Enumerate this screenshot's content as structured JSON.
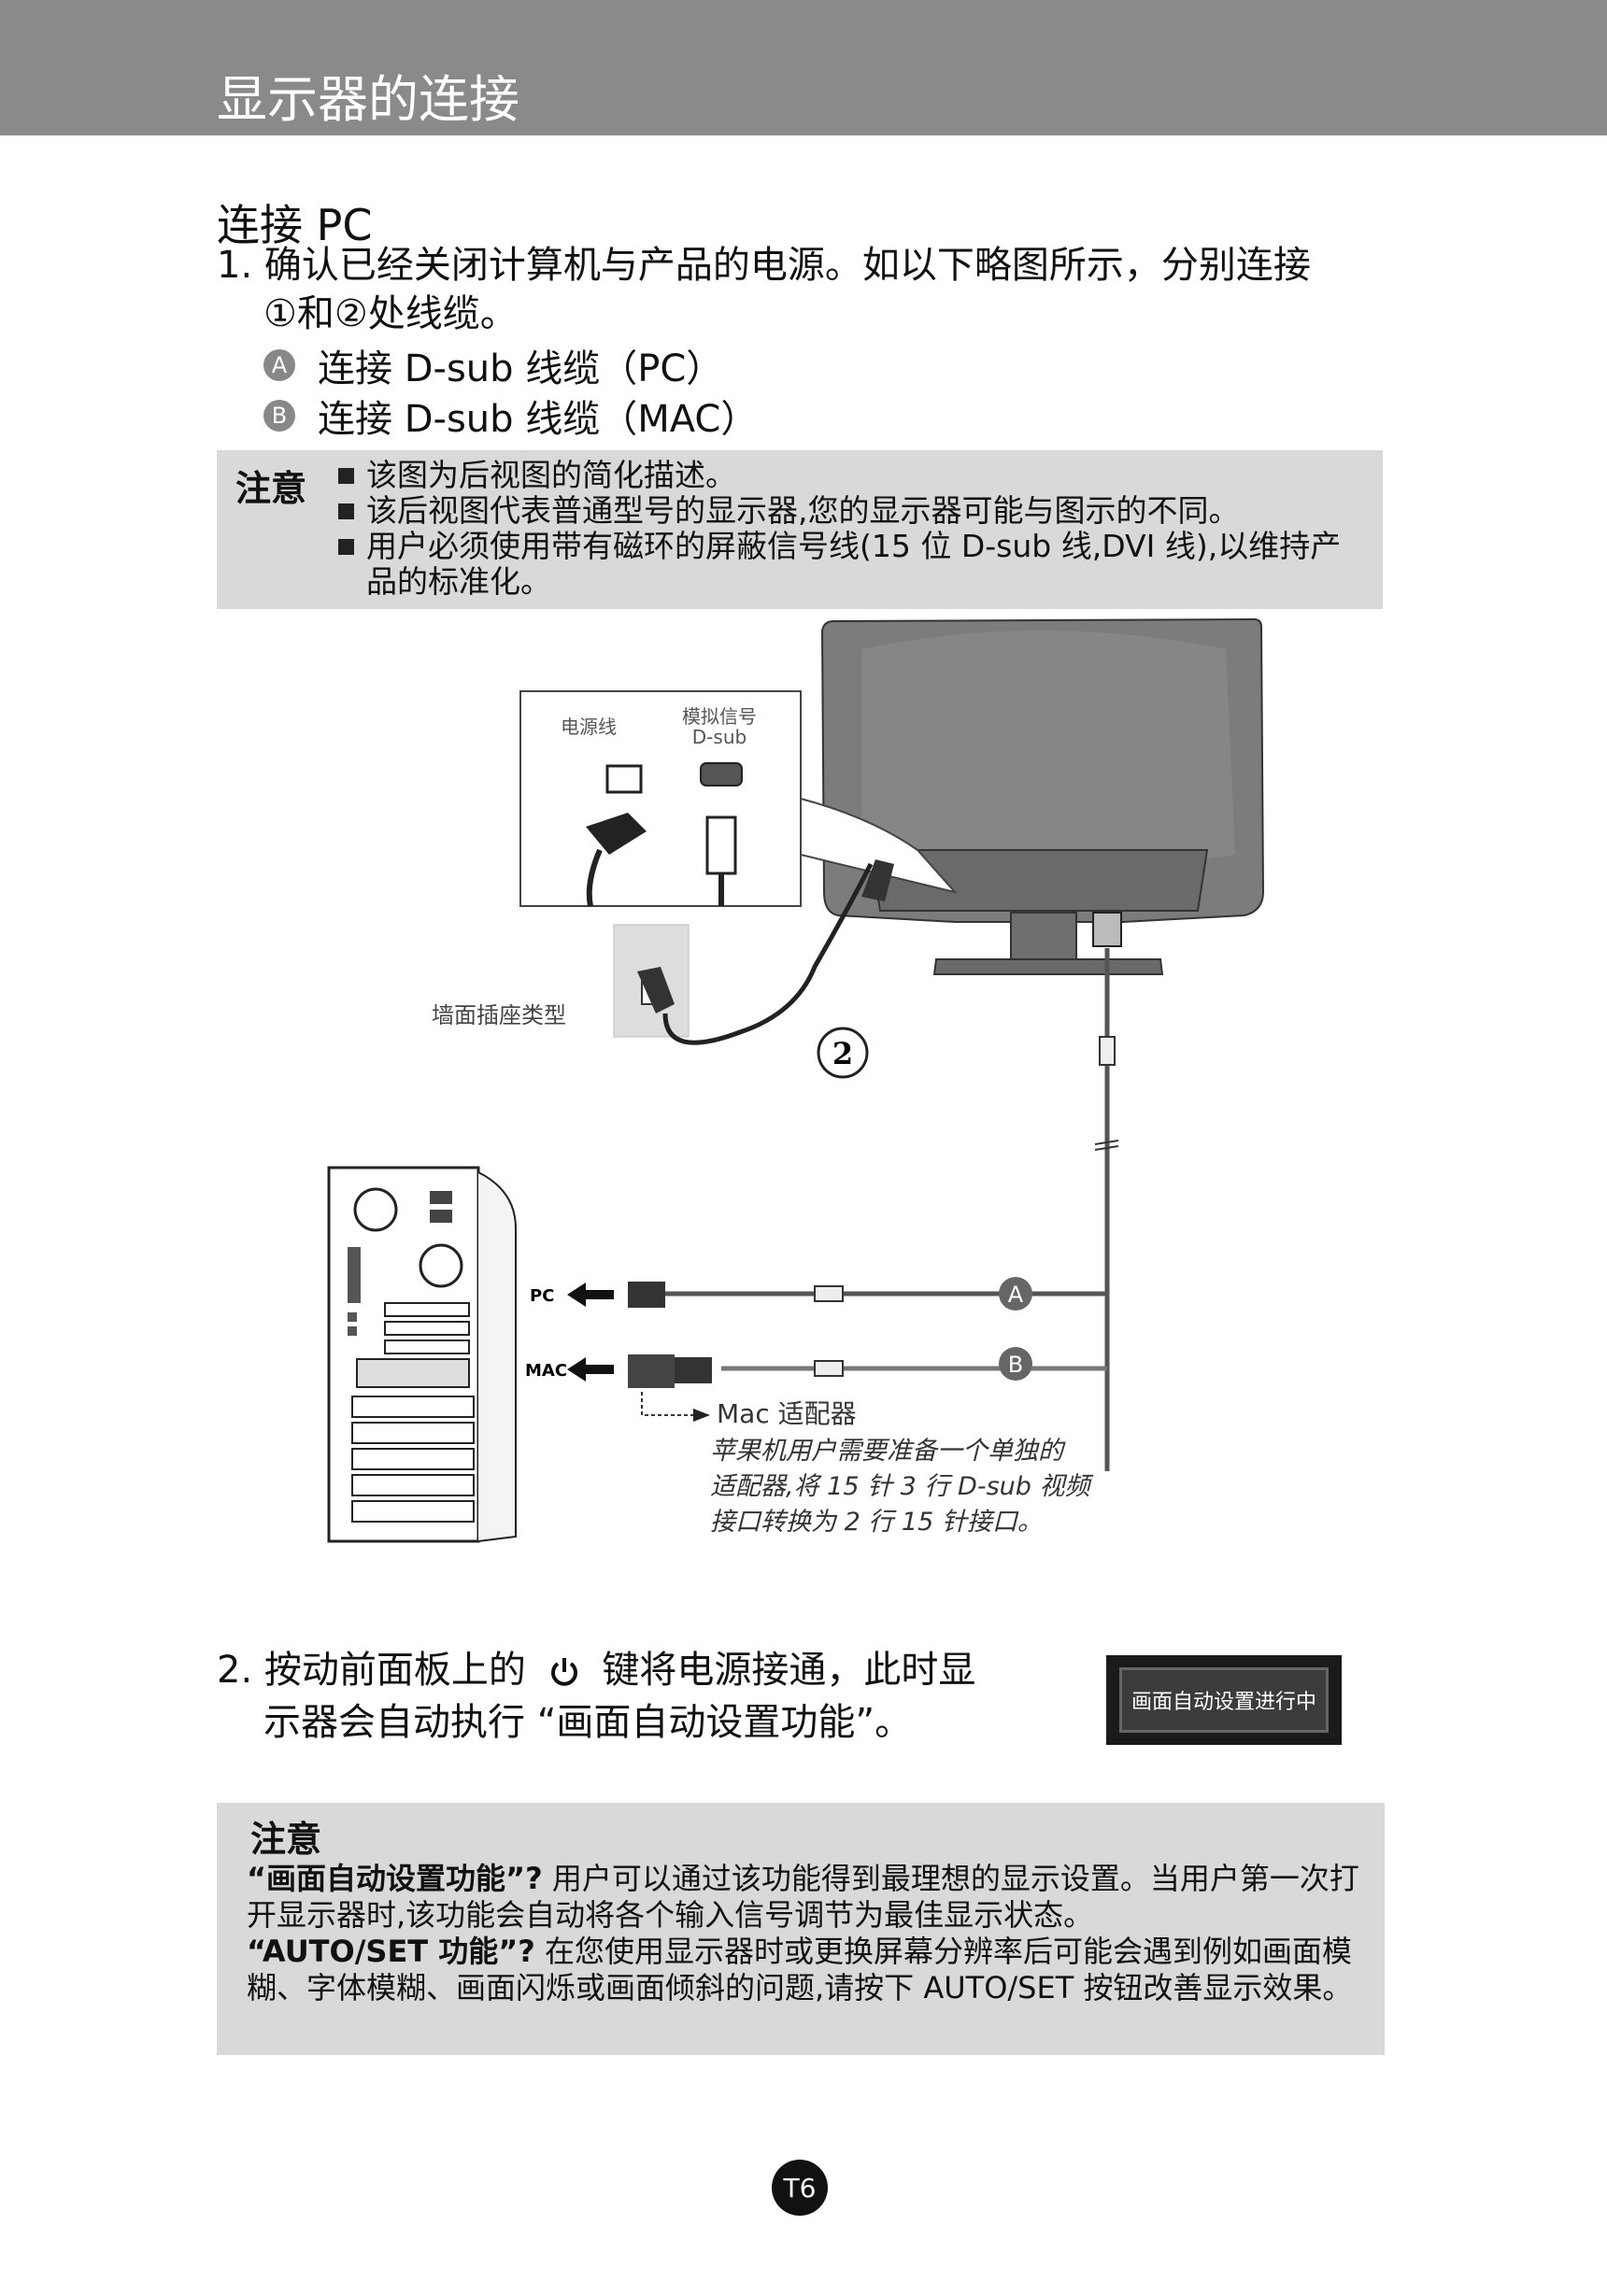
{
  "header": {
    "title": "显示器的连接"
  },
  "section": {
    "title": "连接 PC"
  },
  "step1": {
    "line1": "1. 确认已经关闭计算机与产品的电源。如以下略图所示，分别连接",
    "line2": "①和②处线缆。",
    "options": [
      {
        "badge": "A",
        "text": "连接 D-sub 线缆（PC）"
      },
      {
        "badge": "B",
        "text": "连接 D-sub 线缆（MAC）"
      }
    ]
  },
  "note1": {
    "tag": "注意",
    "items": [
      "该图为后视图的简化描述。",
      "该后视图代表普通型号的显示器,您的显示器可能与图示的不同。",
      "用户必须使用带有磁环的屏蔽信号线(15 位 D-sub 线,DVI 线),以维持产品的标准化。"
    ]
  },
  "diagram": {
    "inset_power": "电源线",
    "inset_signal_1": "模拟信号",
    "inset_signal_2": "D-sub",
    "outlet_label": "墙面插座类型",
    "callout_2": "2",
    "pc_label": "PC",
    "mac_label": "MAC",
    "badge_a": "A",
    "badge_b": "B",
    "mac_adapter_title": "Mac 适配器",
    "mac_adapter_desc": [
      "苹果机用户需要准备一个单独的",
      "适配器,将 15 针 3 行 D-sub 视频",
      "接口转换为 2 行 15 针接口。"
    ]
  },
  "step2": {
    "line1_before": "2. 按动前面板上的",
    "line1_after": "键将电源接通，此时显",
    "line2": "示器会自动执行 “画面自动设置功能”。",
    "power_icon": "power-icon"
  },
  "osd": {
    "text": "画面自动设置进行中"
  },
  "note2": {
    "tag": "注意",
    "para1_bold": "“画面自动设置功能”?",
    "para1": " 用户可以通过该功能得到最理想的显示设置。当用户第一次打开显示器时,该功能会自动将各个输入信号调节为最佳显示状态。",
    "para2_bold": "“AUTO/SET 功能”?",
    "para2": " 在您使用显示器时或更换屏幕分辨率后可能会遇到例如画面模糊、字体模糊、画面闪烁或画面倾斜的问题,请按下 AUTO/SET 按钮改善显示效果。"
  },
  "page_number": "T6",
  "colors": {
    "header_bg": "#8a8a8a",
    "note_bg": "#d9d9d9",
    "badge_bg": "#888888"
  }
}
